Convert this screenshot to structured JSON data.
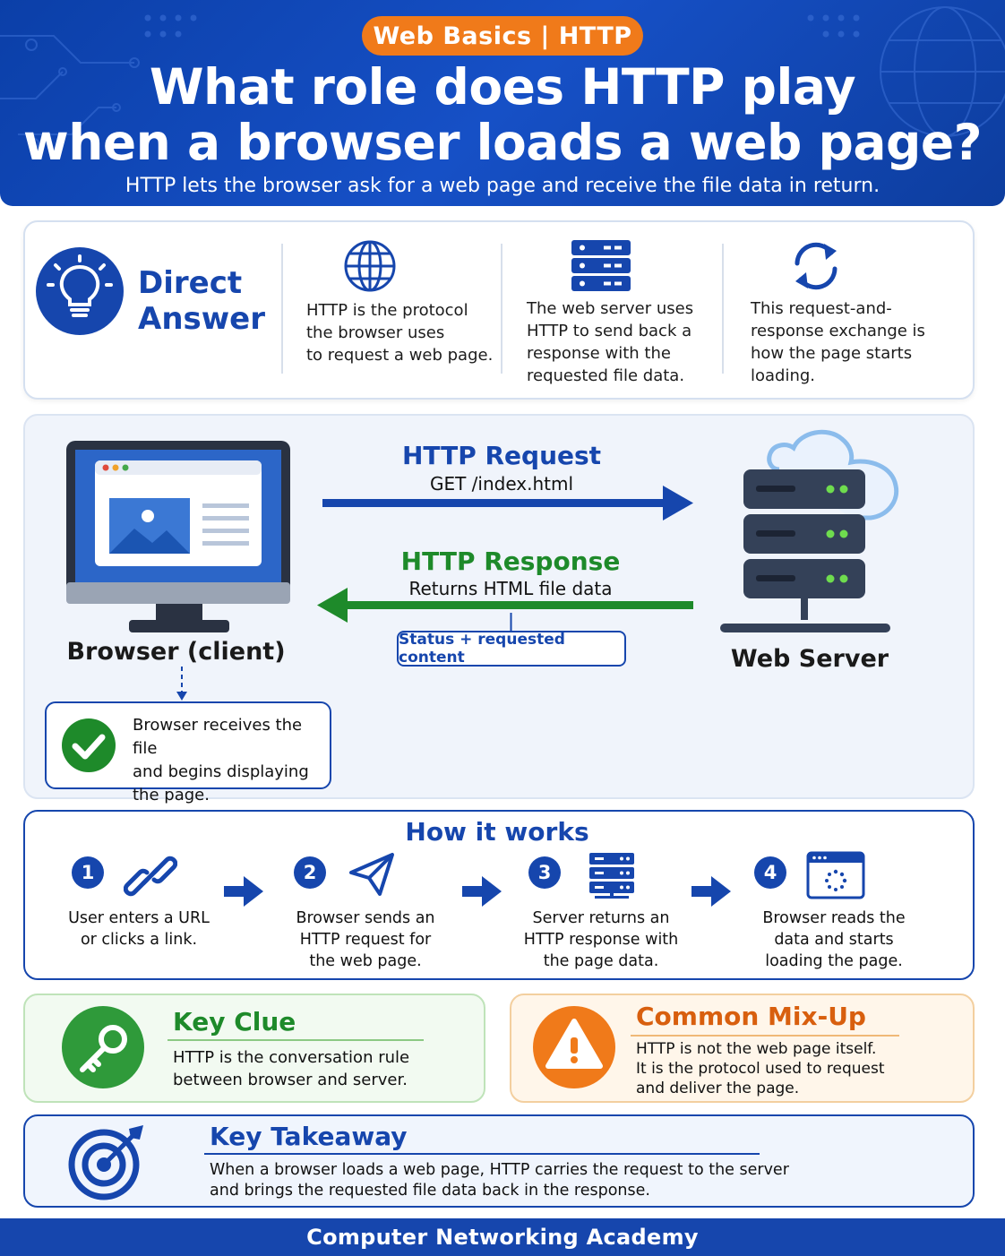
{
  "header": {
    "badge": "Web Basics | HTTP",
    "title_line1": "What role does HTTP play",
    "title_line2": "when a browser loads a web page?",
    "subtitle": "HTTP lets the browser ask for a web page and receive the file data in return."
  },
  "direct_answer": {
    "title_line1": "Direct",
    "title_line2": "Answer",
    "icon": "lightbulb-icon",
    "columns": [
      {
        "icon": "globe-icon",
        "lines": [
          "HTTP is the protocol",
          "the browser uses",
          "to request a web page."
        ]
      },
      {
        "icon": "server-icon",
        "lines": [
          "The web server uses",
          "HTTP to send back a",
          "response with the",
          "requested file data."
        ]
      },
      {
        "icon": "refresh-icon",
        "lines": [
          "This request-and-",
          "response exchange is",
          "how the page starts",
          "loading."
        ]
      }
    ]
  },
  "diagram": {
    "client_label": "Browser (client)",
    "server_label": "Web Server",
    "request_title": "HTTP Request",
    "request_detail": "GET /index.html",
    "response_title": "HTTP Response",
    "response_detail": "Returns HTML file data",
    "status_label": "Status + requested content",
    "receive_lines": [
      "Browser receives the file",
      "and begins displaying",
      "the page."
    ],
    "colors": {
      "request": "#1646ad",
      "response": "#1e8a2a"
    }
  },
  "how_it_works": {
    "title": "How it works",
    "steps": [
      {
        "number": "1",
        "icon": "link-icon",
        "lines": [
          "User enters a URL",
          "or clicks a link."
        ]
      },
      {
        "number": "2",
        "icon": "paper-plane-icon",
        "lines": [
          "Browser sends an",
          "HTTP request for",
          "the web page."
        ]
      },
      {
        "number": "3",
        "icon": "server-icon",
        "lines": [
          "Server returns an",
          "HTTP response with",
          "the page data."
        ]
      },
      {
        "number": "4",
        "icon": "loading-window-icon",
        "lines": [
          "Browser reads the",
          "data and starts",
          "loading the page."
        ]
      }
    ]
  },
  "key_clue": {
    "title": "Key Clue",
    "icon": "key-icon",
    "lines": [
      "HTTP is the conversation rule",
      "between browser and server."
    ]
  },
  "common_mixup": {
    "title": "Common Mix-Up",
    "icon": "warning-icon",
    "lines": [
      "HTTP is not the web page itself.",
      "It is the protocol used to request",
      "and deliver the page."
    ]
  },
  "takeaway": {
    "title": "Key Takeaway",
    "icon": "target-icon",
    "lines": [
      "When a browser loads a web page, HTTP carries the request to the server",
      "and brings the requested file data back in the response."
    ]
  },
  "footer": {
    "text": "Computer Networking Academy"
  }
}
